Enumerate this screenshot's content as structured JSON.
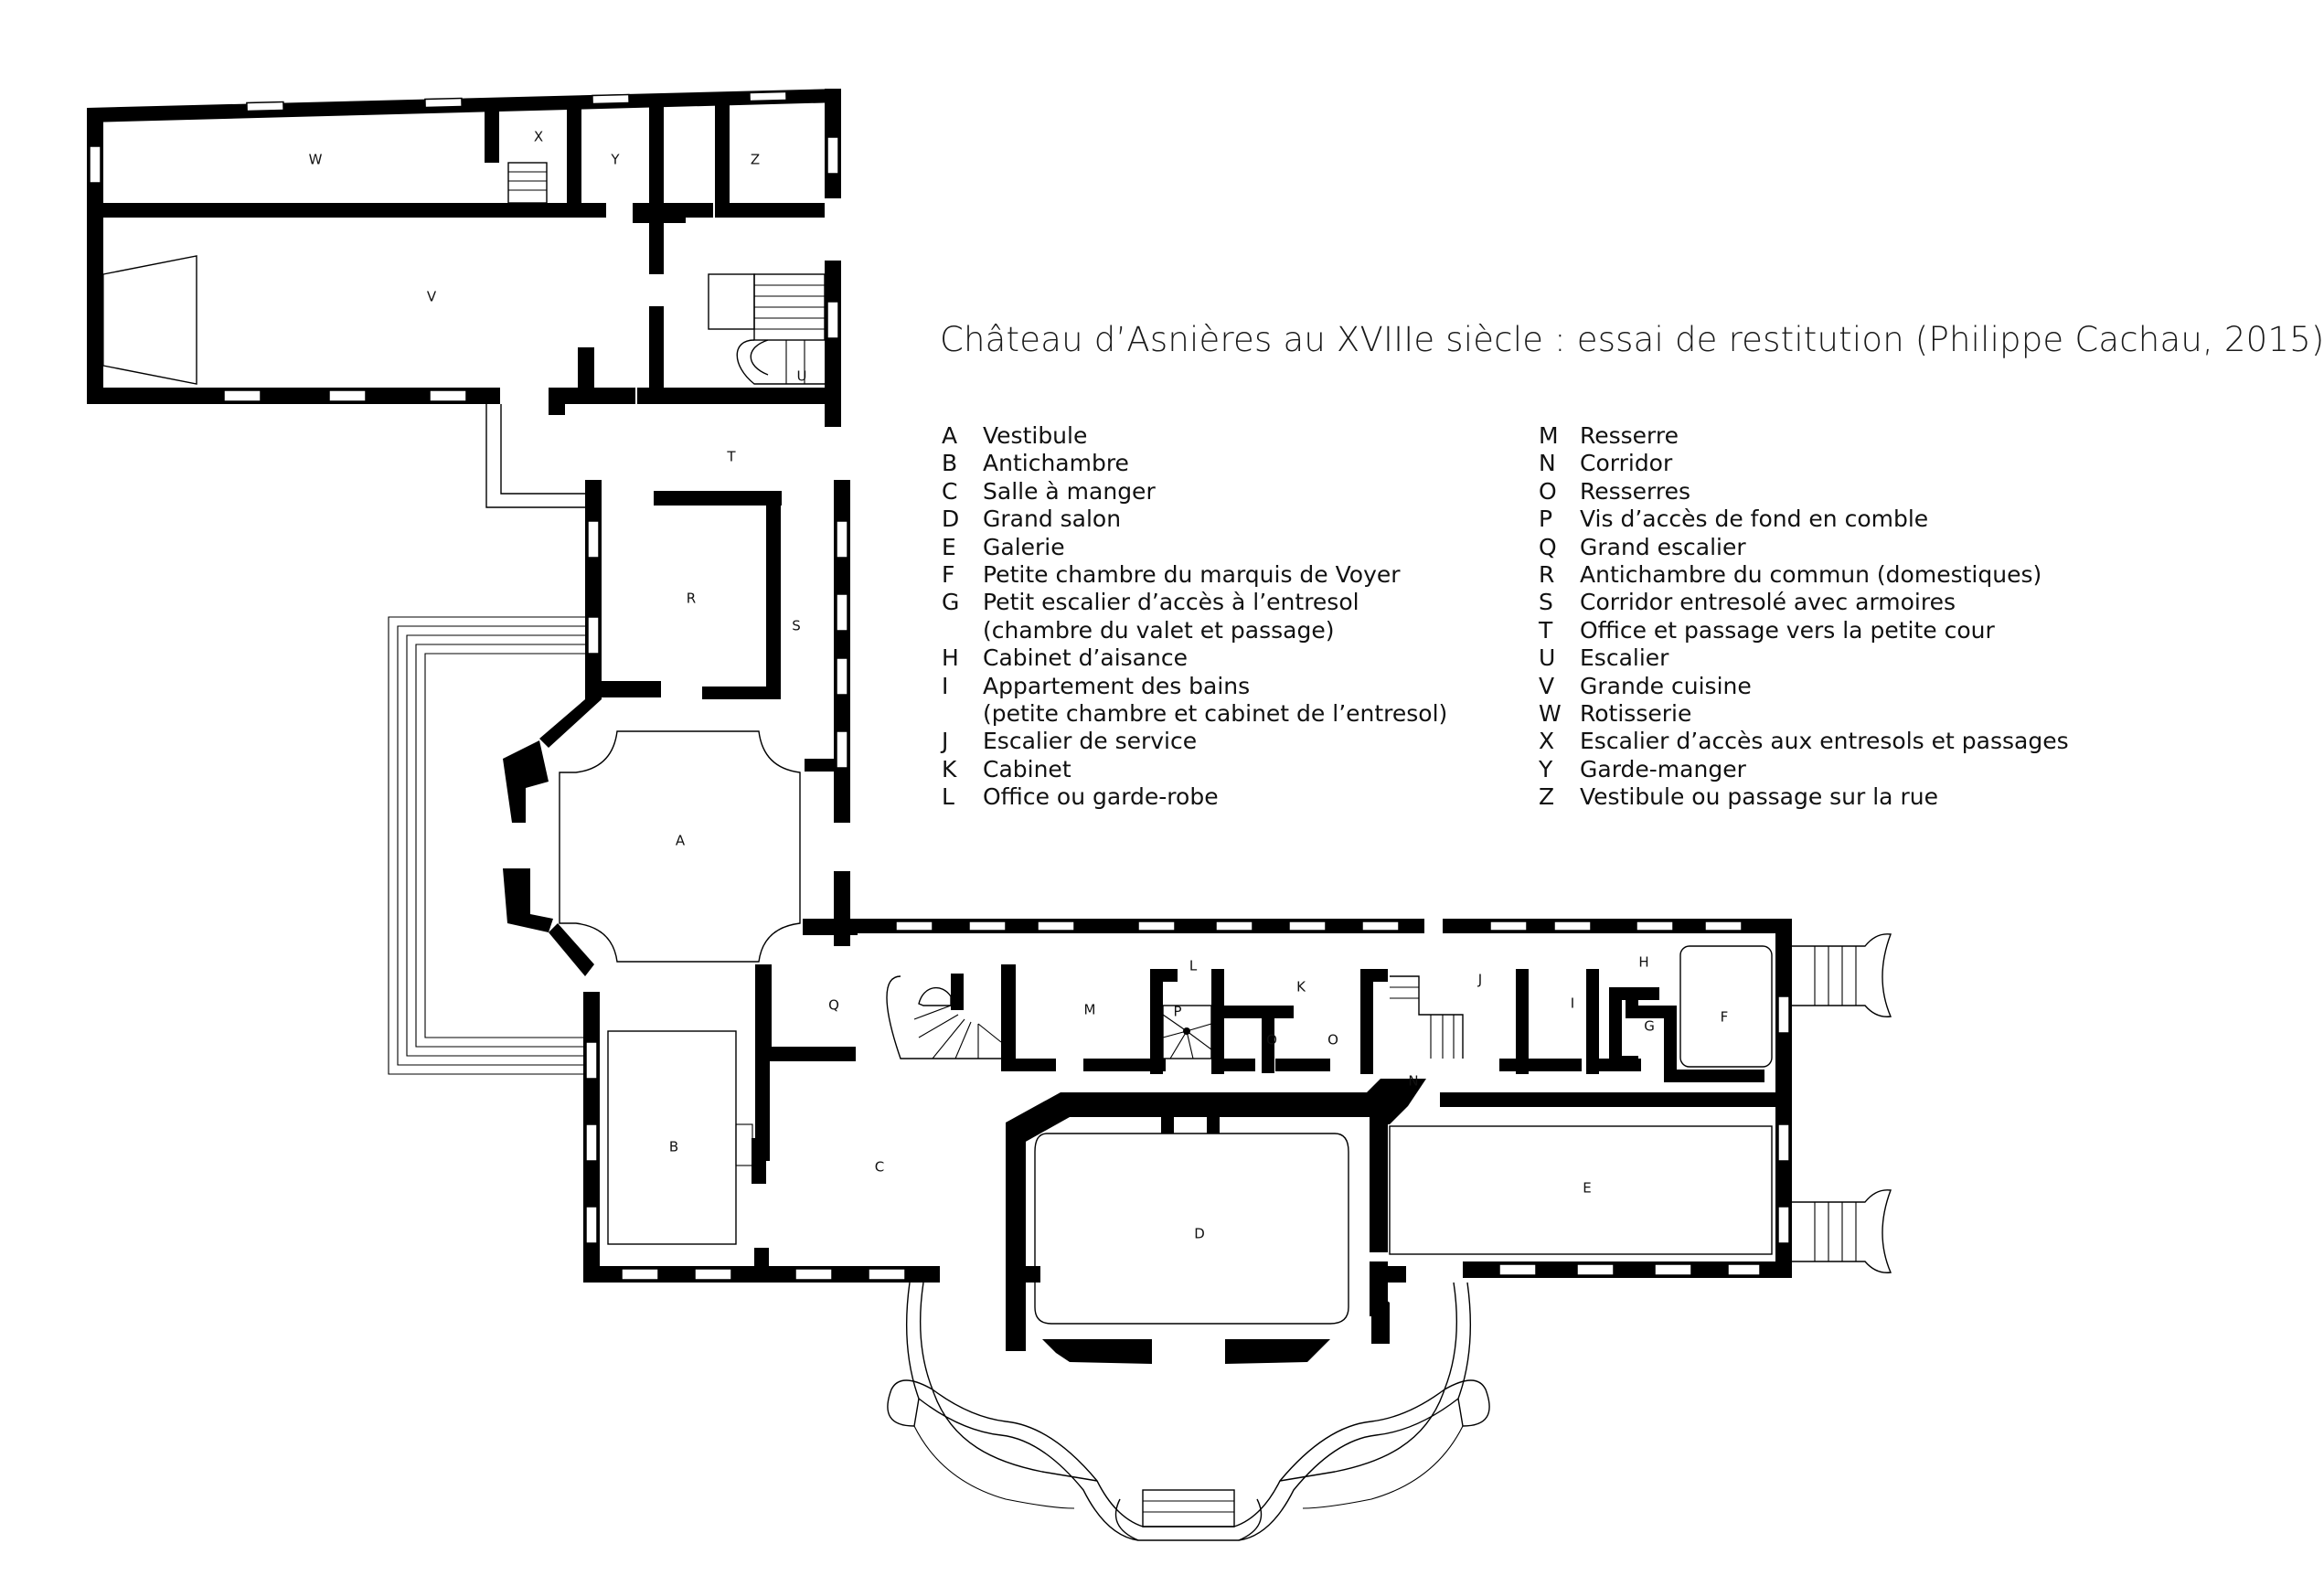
{
  "title": "Château d’Asnières au XVIIIe siècle : essai de restitution (Philippe Cachau, 2015)",
  "rooms": {
    "A": "A",
    "B": "B",
    "C": "C",
    "D": "D",
    "E": "E",
    "F": "F",
    "G": "G",
    "H": "H",
    "I": "I",
    "J": "J",
    "K": "K",
    "L": "L",
    "M": "M",
    "N": "N",
    "O1": "O",
    "O2": "O",
    "P": "P",
    "Q": "Q",
    "R": "R",
    "S": "S",
    "T": "T",
    "U": "U",
    "V": "V",
    "W": "W",
    "X": "X",
    "Y": "Y",
    "Z": "Z"
  },
  "legend_left": [
    {
      "letter": "A",
      "text": "Vestibule"
    },
    {
      "letter": "B",
      "text": "Antichambre"
    },
    {
      "letter": "C",
      "text": "Salle à manger"
    },
    {
      "letter": "D",
      "text": "Grand  salon"
    },
    {
      "letter": "E",
      "text": "Galerie"
    },
    {
      "letter": "F",
      "text": "Petite chambre du marquis de Voyer"
    },
    {
      "letter": "G",
      "text": "Petit escalier d’accès à l’entresol"
    },
    {
      "letter": "",
      "text": "(chambre du valet et passage)"
    },
    {
      "letter": "H",
      "text": "Cabinet d’aisance"
    },
    {
      "letter": "I",
      "text": "Appartement des bains"
    },
    {
      "letter": "",
      "text": "(petite chambre et cabinet de l’entresol)"
    },
    {
      "letter": "J",
      "text": "Escalier de service"
    },
    {
      "letter": "K",
      "text": "Cabinet"
    },
    {
      "letter": "L",
      "text": "Office ou garde-robe"
    }
  ],
  "legend_right": [
    {
      "letter": "M",
      "text": "Resserre"
    },
    {
      "letter": "N",
      "text": "Corridor"
    },
    {
      "letter": "O",
      "text": "Resserres"
    },
    {
      "letter": "P",
      "text": "Vis d’accès de fond en comble"
    },
    {
      "letter": "Q",
      "text": "Grand escalier"
    },
    {
      "letter": "R",
      "text": "Antichambre du commun (domestiques)"
    },
    {
      "letter": "S",
      "text": "Corridor entresolé avec armoires"
    },
    {
      "letter": "T",
      "text": "Office et passage vers la petite cour"
    },
    {
      "letter": "U",
      "text": "Escalier"
    },
    {
      "letter": "V",
      "text": "Grande cuisine"
    },
    {
      "letter": "W",
      "text": "Rotisserie"
    },
    {
      "letter": "X",
      "text": "Escalier d’accès aux entresols et passages"
    },
    {
      "letter": "Y",
      "text": "Garde-manger"
    },
    {
      "letter": "Z",
      "text": "Vestibule ou passage sur la rue"
    }
  ]
}
